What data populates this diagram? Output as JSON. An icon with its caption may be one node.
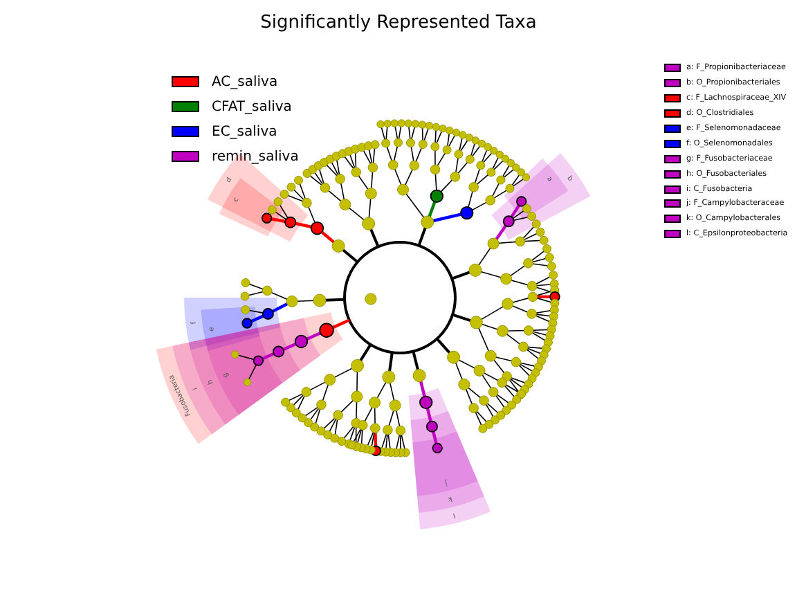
{
  "diagram": {
    "title": "Significantly Represented Taxa",
    "labels": [
      "d",
      "c",
      "f",
      "e",
      "i",
      "h",
      "g",
      "Fusobacteria",
      "l",
      "k",
      "j",
      "b",
      "a"
    ],
    "legend": [
      {
        "text": "AC_saliva",
        "color": "#ff0000"
      },
      {
        "text": "CFAT_saliva",
        "color": "#008000"
      },
      {
        "text": "EC_saliva",
        "color": "#0000ff"
      },
      {
        "text": "remin_saliva",
        "color": "#c000c0"
      },
      {
        "text": "a: F_Propionibacteriaceae",
        "color": "#c000c0"
      },
      {
        "text": "b: O_Propionibacteriales",
        "color": "#c000c0"
      },
      {
        "text": "c: F_Lachnospiraceae_XIV",
        "color": "#ff0000"
      },
      {
        "text": "d: O_Clostridiales",
        "color": "#ff0000"
      },
      {
        "text": "e: F_Selenomonadaceae",
        "color": "#0000ff"
      },
      {
        "text": "f: O_Selenomonadales",
        "color": "#0000ff"
      },
      {
        "text": "g: F_Fusobacteriaceae",
        "color": "#c000c0"
      },
      {
        "text": "h: O_Fusobacteriales",
        "color": "#c000c0"
      },
      {
        "text": "i: C_Fusobacteria",
        "color": "#c000c0"
      },
      {
        "text": "j: F_Campylobacteraceae",
        "color": "#c000c0"
      },
      {
        "text": "k: O_Campylobacterales",
        "color": "#c000c0"
      },
      {
        "text": "l: C_Epsilonproteobacteria",
        "color": "#c000c0"
      }
    ]
  }
}
